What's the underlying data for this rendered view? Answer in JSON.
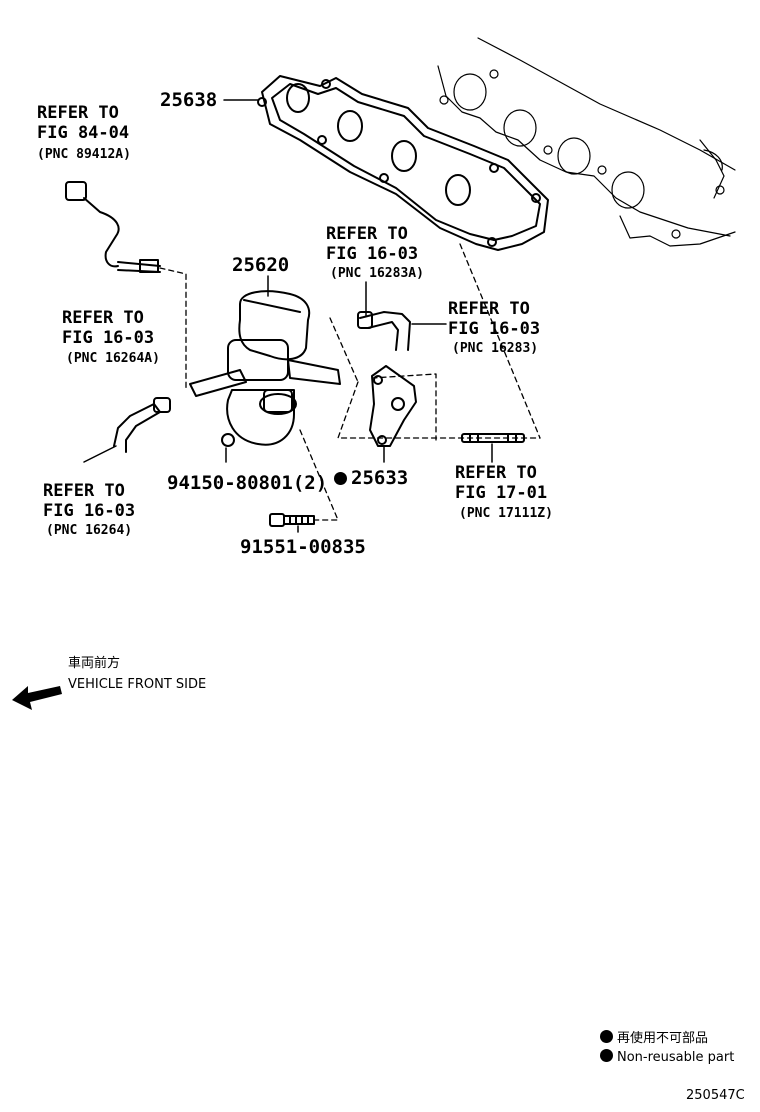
{
  "parts": {
    "p25638": "25638",
    "p25620": "25620",
    "p25633": "25633",
    "p94150": "94150-80801(2)",
    "p91551": "91551-00835"
  },
  "refs": {
    "r1": {
      "line1": "REFER TO",
      "line2": "FIG 84-04",
      "pnc": "(PNC 89412A)"
    },
    "r2": {
      "line1": "REFER TO",
      "line2": "FIG 16-03",
      "pnc": "(PNC 16283A)"
    },
    "r3": {
      "line1": "REFER TO",
      "line2": "FIG 16-03",
      "pnc": "(PNC 16264A)"
    },
    "r4": {
      "line1": "REFER TO",
      "line2": "FIG 16-03",
      "pnc": "(PNC 16283)"
    },
    "r5": {
      "line1": "REFER TO",
      "line2": "FIG 16-03",
      "pnc": "(PNC 16264)"
    },
    "r6": {
      "line1": "REFER TO",
      "line2": "FIG 17-01",
      "pnc": "(PNC 17111Z)"
    }
  },
  "direction": {
    "jp": "車両前方",
    "en": "VEHICLE FRONT SIDE"
  },
  "legend": {
    "jp": "再使用不可部品",
    "en": "Non-reusable part"
  },
  "figure_code": "250547C"
}
